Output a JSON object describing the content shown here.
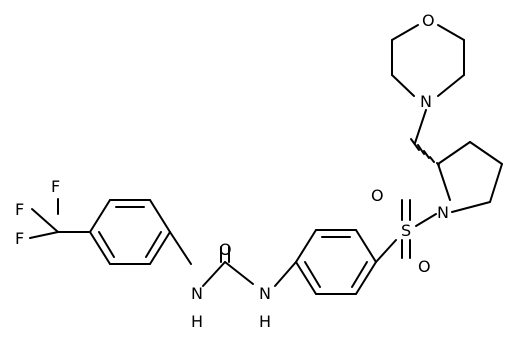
{
  "molecule": {
    "atom_labels": {
      "fluorine_top": "F",
      "fluorine_left": "F",
      "fluorine_bottom": "F",
      "urea_oxygen": "O",
      "urea_nh_left": "N",
      "urea_nh_left_h": "H",
      "urea_nh_right": "N",
      "urea_nh_right_h": "H",
      "sulfur": "S",
      "sulfonyl_oxygen_top": "O",
      "sulfonyl_oxygen_bottom": "O",
      "pyrrolidine_nitrogen": "N",
      "morpholine_nitrogen": "N",
      "morpholine_oxygen": "O"
    },
    "stereo_bond": "hashed",
    "colors": {
      "ink": "#000000",
      "background": "#ffffff"
    }
  }
}
